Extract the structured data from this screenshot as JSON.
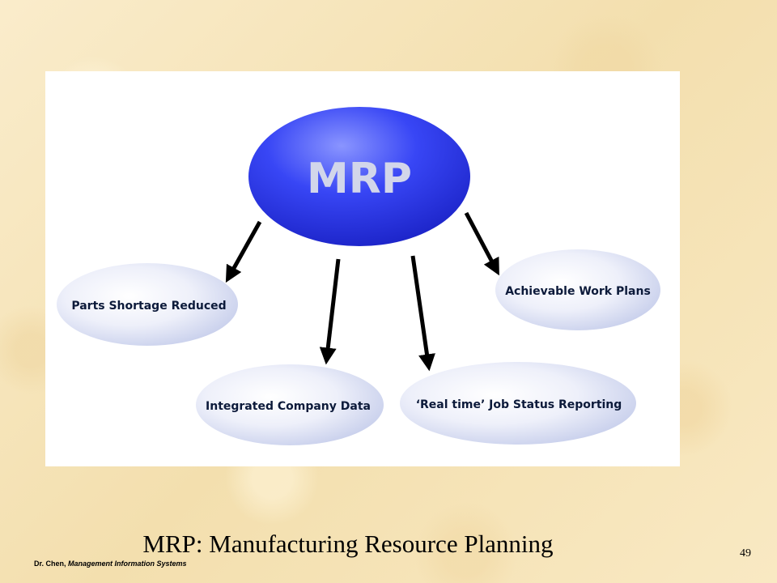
{
  "diagram": {
    "hub": {
      "label": "MRP"
    },
    "nodes": [
      {
        "id": "parts",
        "label": "Parts Shortage Reduced"
      },
      {
        "id": "integrated",
        "label": "Integrated Company Data"
      },
      {
        "id": "realtime",
        "label": "‘Real time’ Job Status Reporting"
      },
      {
        "id": "plans",
        "label": "Achievable Work Plans"
      }
    ],
    "edges": [
      {
        "from": "MRP",
        "to": "Parts Shortage Reduced"
      },
      {
        "from": "MRP",
        "to": "Integrated Company Data"
      },
      {
        "from": "MRP",
        "to": "‘Real time’ Job Status Reporting"
      },
      {
        "from": "MRP",
        "to": "Achievable Work Plans"
      }
    ],
    "colors": {
      "hub_fill": "#2f3ff0",
      "node_fill": "#ccd3ee",
      "arrow": "#000000"
    }
  },
  "slide": {
    "title": "MRP: Manufacturing Resource Planning",
    "footer_author": "Dr. Chen,",
    "footer_course": "Management Information Systems",
    "page_number": "49"
  }
}
